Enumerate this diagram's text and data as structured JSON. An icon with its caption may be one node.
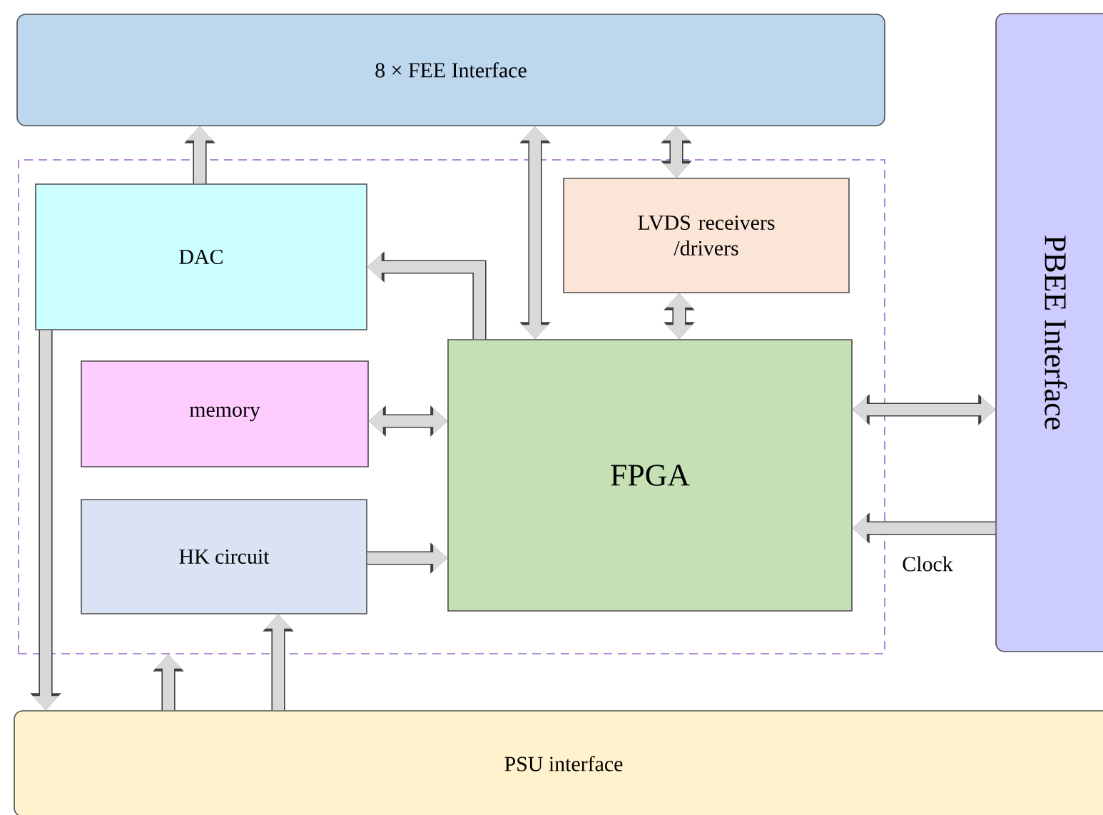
{
  "diagram": {
    "nodes": [
      {
        "text": [
          "8 × FEE Interface"
        ]
      },
      {
        "text": [],
        "shape": "box"
      },
      {
        "text": [
          "DAC"
        ],
        "in": 1
      },
      {
        "text": [
          "LVDS receivers /drivers"
        ],
        "in": 1
      },
      {
        "text": [
          "memory"
        ],
        "in": 1
      },
      {
        "text": [
          "FPGA"
        ],
        "in": 1
      },
      {
        "text": [
          "HK circuit"
        ],
        "in": 1
      },
      {
        "text": [
          "PBEE Interface"
        ]
      },
      {
        "text": [
          "PSU interface"
        ]
      }
    ],
    "edges": [
      {
        "from": 2,
        "to": 0,
        "arrow": "to"
      },
      {
        "from": 5,
        "to": 0,
        "arrow": "both"
      },
      {
        "from": 3,
        "to": 0,
        "arrow": "both"
      },
      {
        "from": 3,
        "to": 5,
        "arrow": "both"
      },
      {
        "from": 5,
        "to": 2,
        "arrow": "to"
      },
      {
        "from": 4,
        "to": 5,
        "arrow": "both"
      },
      {
        "from": 6,
        "to": 5,
        "arrow": "to"
      },
      {
        "from": 5,
        "to": 7,
        "arrow": "both"
      },
      {
        "from": 7,
        "to": 5,
        "arrow": "to",
        "label": "Clock"
      },
      {
        "from": 2,
        "to": 8,
        "arrow": "to"
      },
      {
        "from": 8,
        "to": 1,
        "arrow": "to"
      },
      {
        "from": 8,
        "to": 6,
        "arrow": "to"
      }
    ]
  }
}
